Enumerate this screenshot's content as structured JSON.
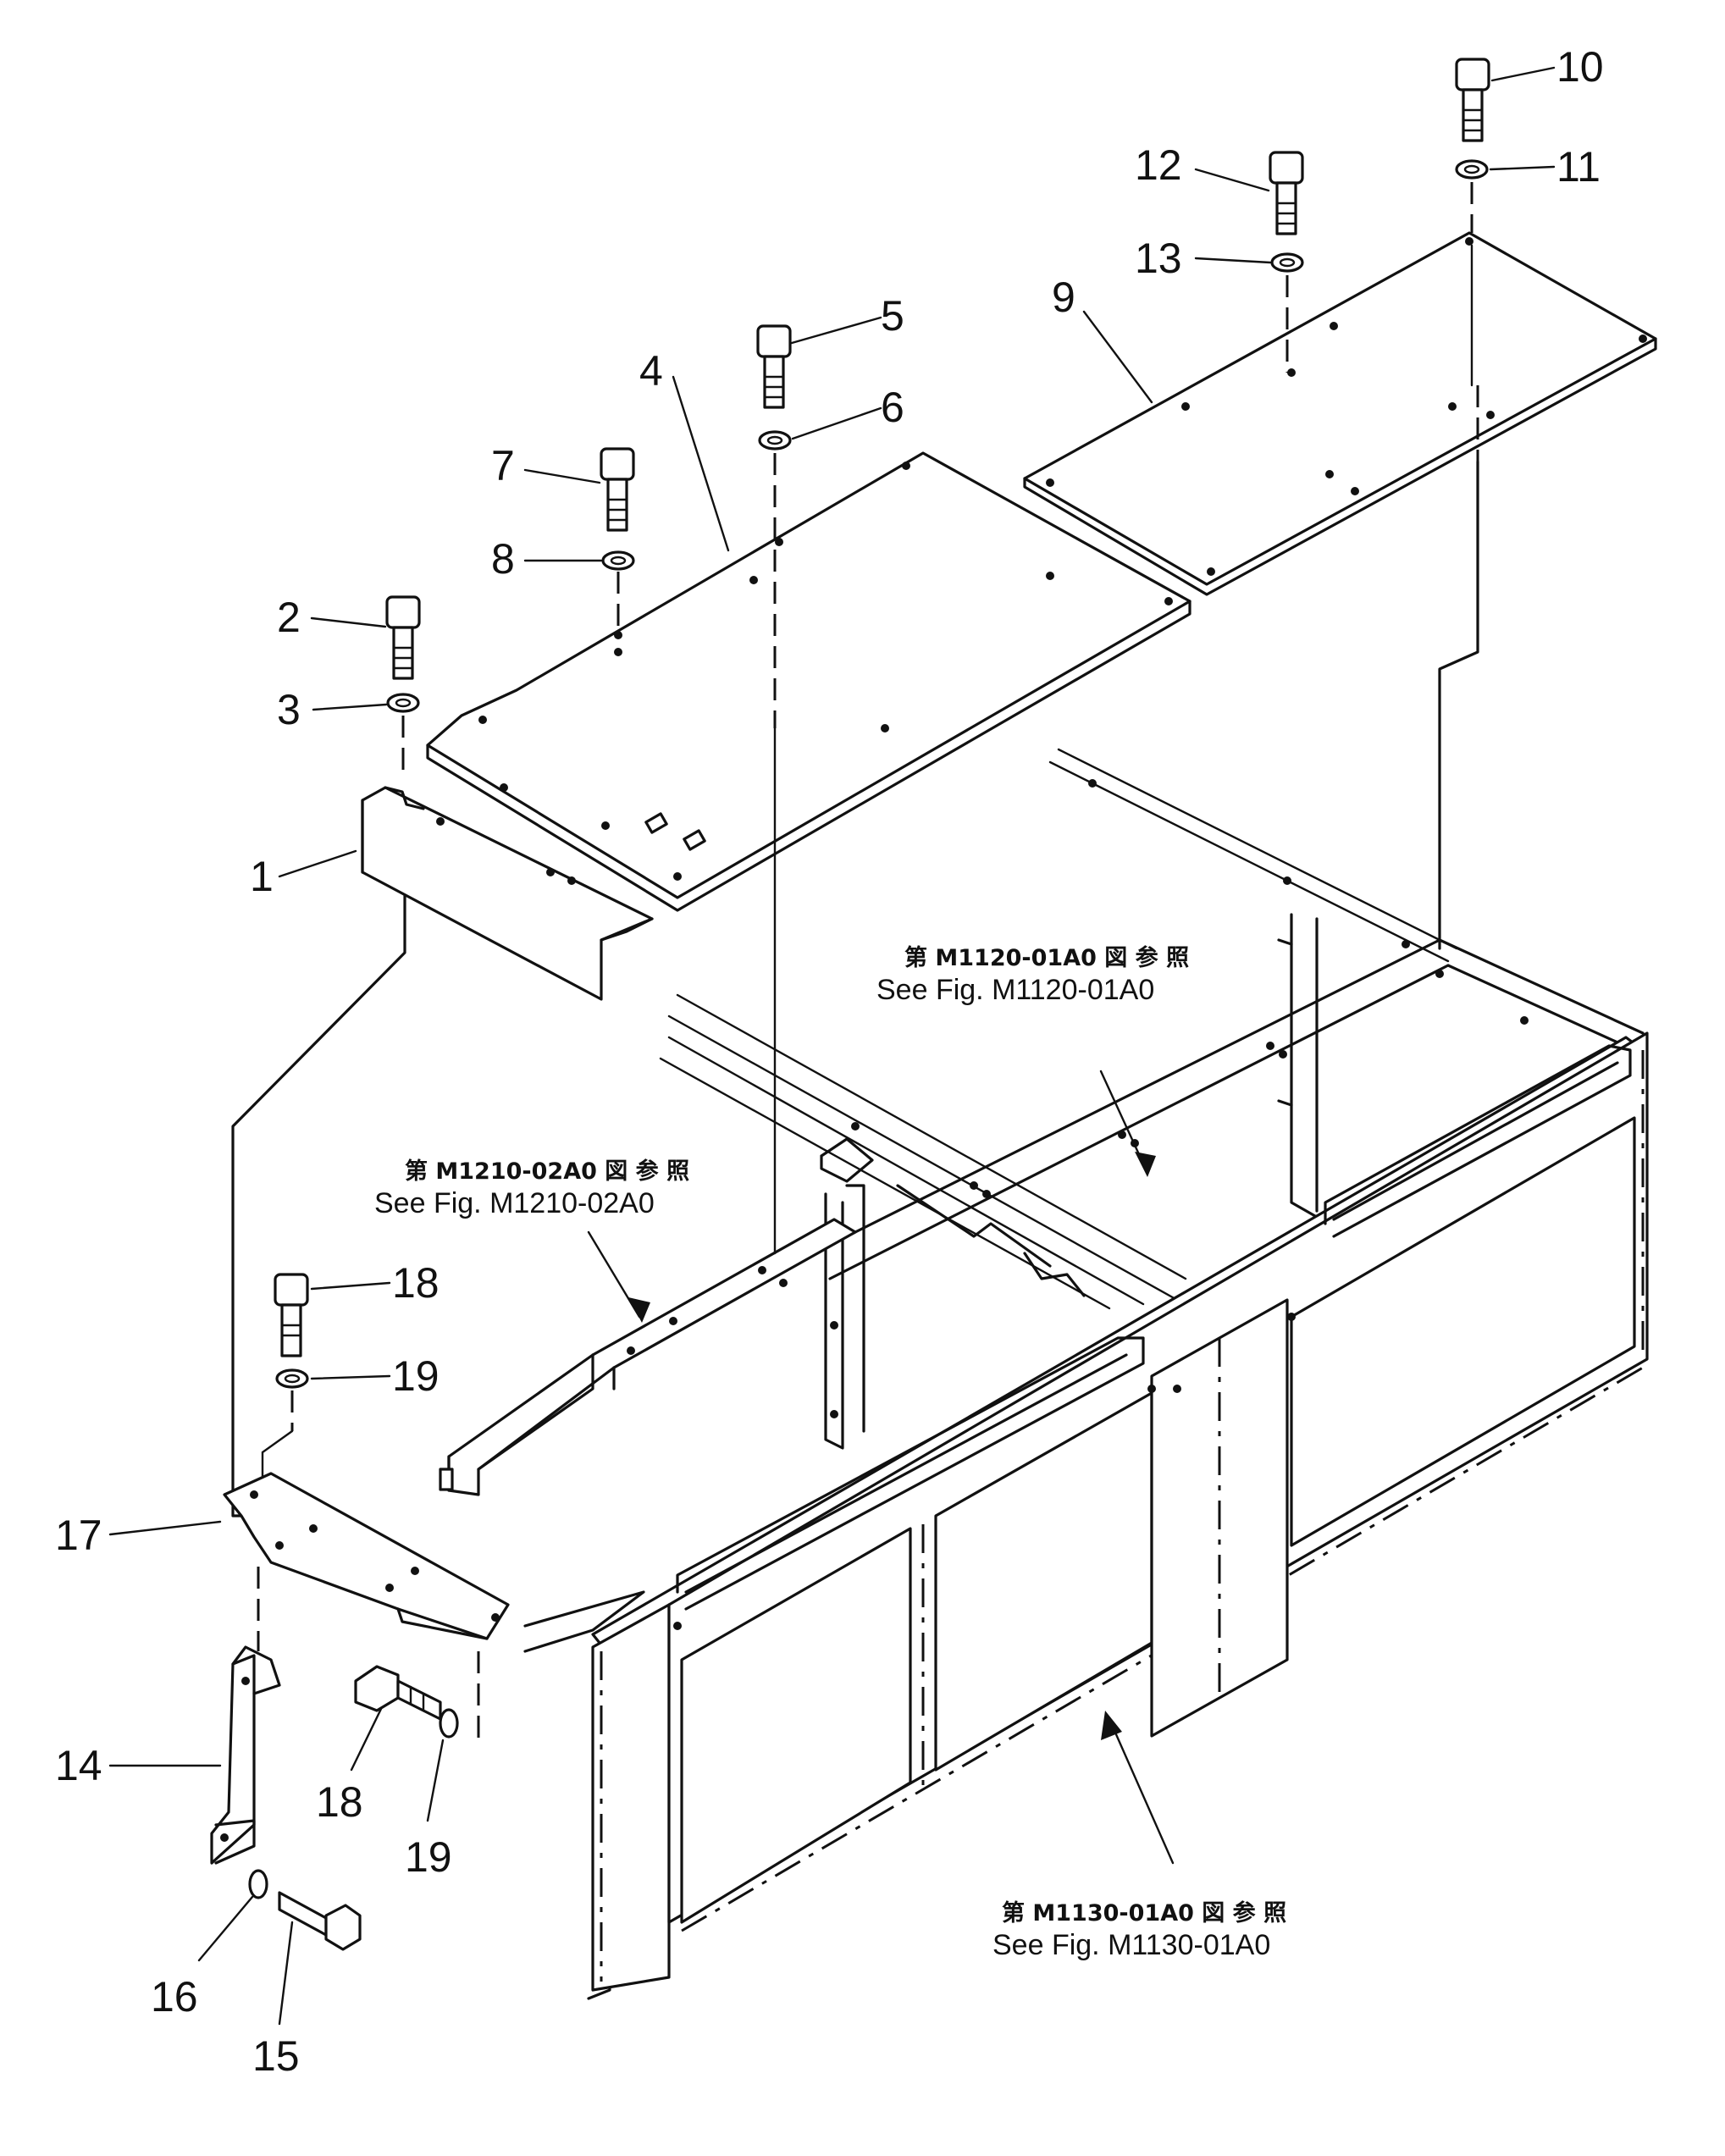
{
  "colors": {
    "ink": "#111111",
    "paper": "#ffffff"
  },
  "part_numbers": [
    "1",
    "2",
    "3",
    "4",
    "5",
    "6",
    "7",
    "8",
    "9",
    "10",
    "11",
    "12",
    "13",
    "14",
    "15",
    "16",
    "17",
    "18",
    "19",
    "18",
    "19"
  ],
  "references": [
    {
      "jp": "第 M1120-01A0 図 参 照",
      "en": "See Fig. M1120-01A0"
    },
    {
      "jp": "第 M1210-02A0 図 参 照",
      "en": "See Fig. M1210-02A0"
    },
    {
      "jp": "第 M1130-01A0 図 参 照",
      "en": "See Fig. M1130-01A0"
    }
  ]
}
